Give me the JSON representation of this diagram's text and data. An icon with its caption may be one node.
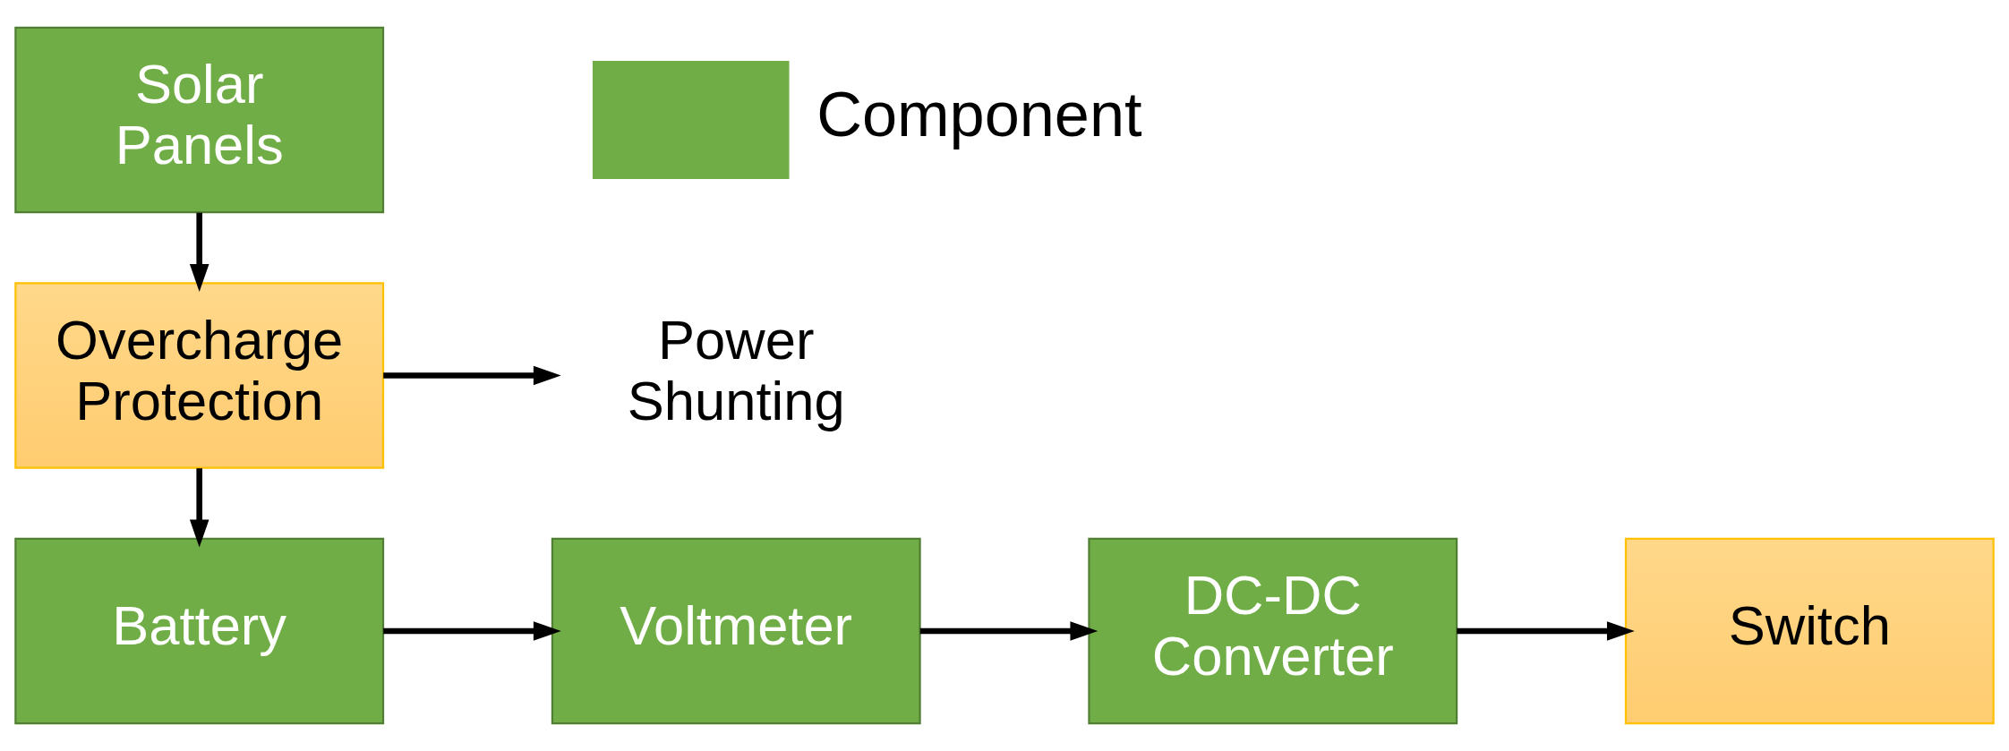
{
  "diagram": {
    "nodes": [
      {
        "text": [
          "Solar Panels"
        ]
      },
      {
        "text": [
          "Overcharge Protection"
        ]
      },
      {
        "text": [
          "Power Shunting"
        ]
      },
      {
        "text": [
          "Battery"
        ]
      },
      {
        "text": [
          "Voltmeter"
        ]
      },
      {
        "text": [
          "DC-DC Converter"
        ]
      },
      {
        "text": [
          "Switch"
        ]
      }
    ],
    "edges": [
      {
        "from": 0,
        "to": 1,
        "arrow": "to"
      },
      {
        "from": 1,
        "to": 2,
        "arrow": "to"
      },
      {
        "from": 1,
        "to": 3,
        "arrow": "to"
      },
      {
        "from": 3,
        "to": 4,
        "arrow": "to"
      },
      {
        "from": 4,
        "to": 5,
        "arrow": "to"
      },
      {
        "from": 5,
        "to": 6,
        "arrow": "to"
      }
    ],
    "legend": [
      {
        "text": "Component",
        "color": "#70ad47"
      }
    ]
  }
}
